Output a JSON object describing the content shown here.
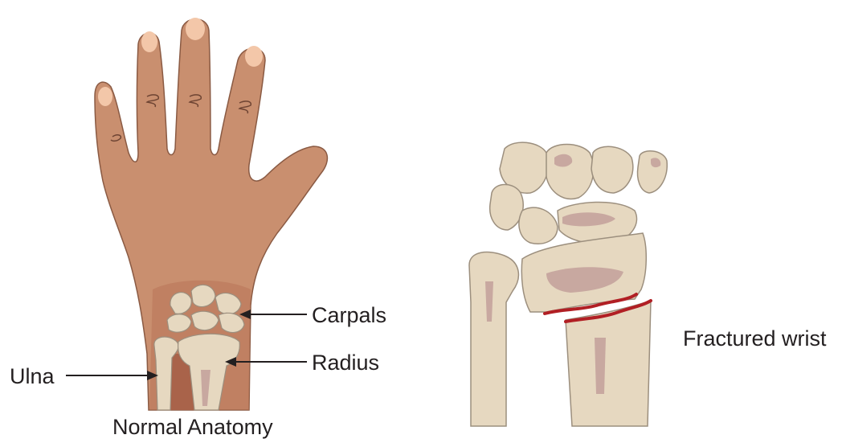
{
  "normal_panel": {
    "caption": "Normal Anatomy",
    "labels": {
      "carpals": "Carpals",
      "radius": "Radius",
      "ulna": "Ulna"
    }
  },
  "fracture_panel": {
    "caption": "Fractured wrist"
  },
  "colors": {
    "skin": "#c98f6f",
    "skin_shadow": "#b87558",
    "nail": "#f3c7a9",
    "bone": "#e6d8c0",
    "bone_outline": "#9c8f7e",
    "bone_shadow": "#c8a8a0",
    "fracture_line": "#b11f24",
    "text": "#231f20"
  }
}
